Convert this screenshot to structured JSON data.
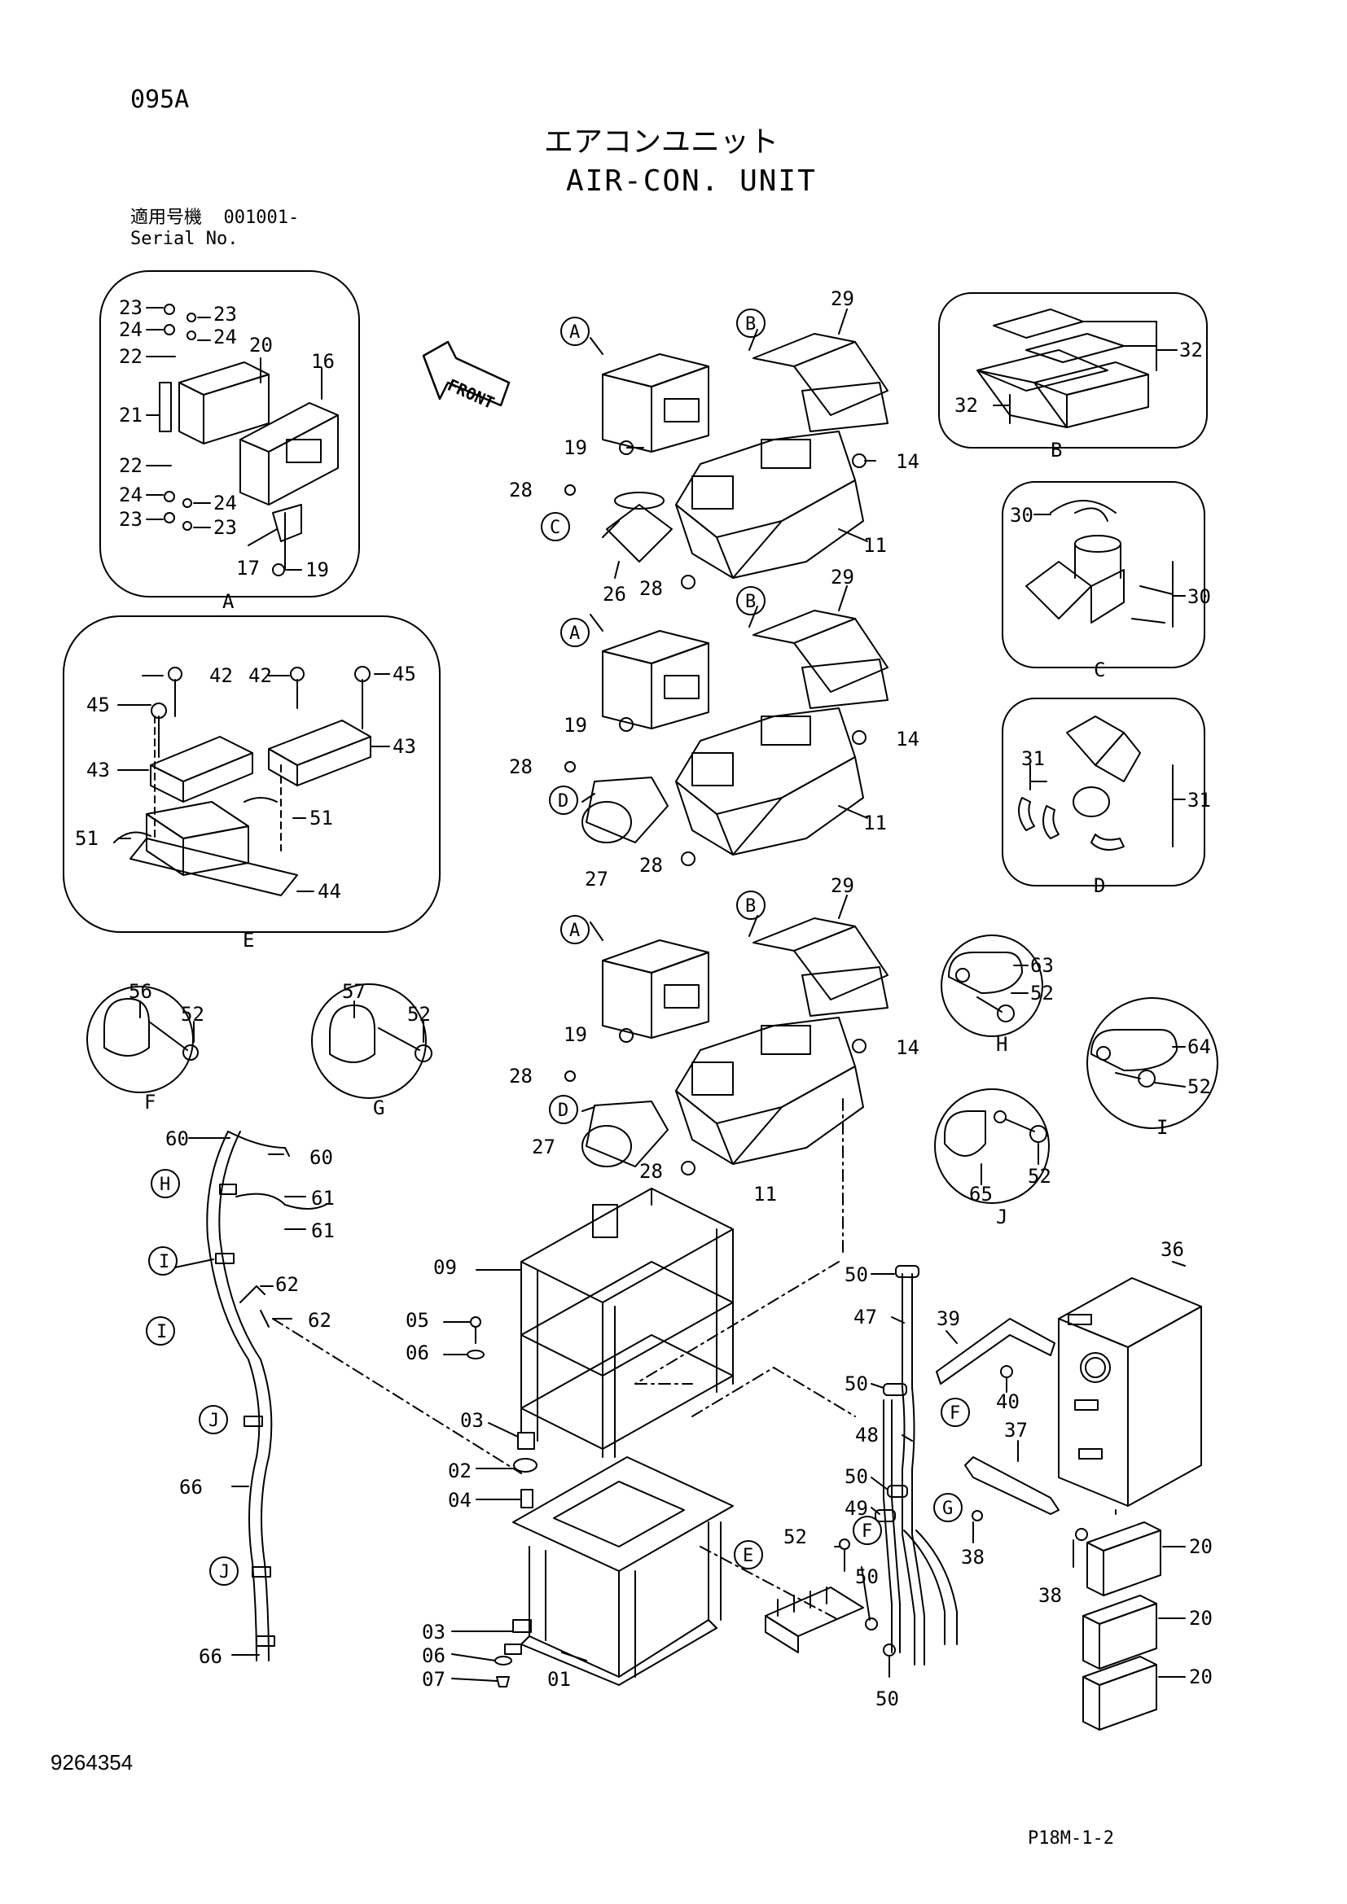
{
  "header": {
    "page_code": "095A",
    "title_jp": "エアコンユニット",
    "title_en": "AIR-CON. UNIT",
    "serial_label_jp": "適用号機",
    "serial_range": "001001-",
    "serial_label_en": "Serial No."
  },
  "footer": {
    "document_number": "9264354",
    "page_ref": "P18M-1-2"
  },
  "front_arrow_label": "FRONT",
  "detail_views": {
    "A": {
      "label": "A",
      "parts": [
        "23",
        "23",
        "24",
        "24",
        "22",
        "20",
        "16",
        "21",
        "22",
        "24",
        "24",
        "23",
        "23",
        "17",
        "19"
      ]
    },
    "B": {
      "label": "B",
      "parts": [
        "32",
        "32"
      ]
    },
    "C": {
      "label": "C",
      "parts": [
        "30",
        "30"
      ]
    },
    "D": {
      "label": "D",
      "parts": [
        "31",
        "31"
      ]
    },
    "E": {
      "label": "E",
      "parts": [
        "42",
        "42",
        "45",
        "45",
        "43",
        "43",
        "51",
        "51",
        "44"
      ]
    },
    "F": {
      "label": "F",
      "parts": [
        "56",
        "52"
      ]
    },
    "G": {
      "label": "G",
      "parts": [
        "57",
        "52"
      ]
    },
    "H": {
      "label": "H",
      "parts": [
        "63",
        "52"
      ]
    },
    "I": {
      "label": "I",
      "parts": [
        "64",
        "52"
      ]
    },
    "J": {
      "label": "J",
      "parts": [
        "65",
        "52"
      ]
    }
  },
  "assembly_units": [
    {
      "refs": [
        "A",
        "B",
        "C"
      ],
      "parts": [
        "29",
        "19",
        "14",
        "28",
        "11",
        "26",
        "28"
      ]
    },
    {
      "refs": [
        "A",
        "B",
        "D"
      ],
      "parts": [
        "29",
        "19",
        "14",
        "28",
        "11",
        "27",
        "28"
      ]
    },
    {
      "refs": [
        "A",
        "B",
        "D"
      ],
      "parts": [
        "29",
        "19",
        "14",
        "28",
        "27",
        "28",
        "11"
      ]
    }
  ],
  "harness": {
    "refs": [
      "H",
      "I",
      "I",
      "J",
      "J"
    ],
    "parts": [
      "60",
      "60",
      "61",
      "61",
      "62",
      "62",
      "66",
      "66"
    ]
  },
  "frame": {
    "parts": [
      "09",
      "05",
      "06",
      "03",
      "02",
      "04",
      "03",
      "06",
      "07",
      "01"
    ]
  },
  "right_group": {
    "refs": [
      "F",
      "G",
      "E",
      "F"
    ],
    "parts": [
      "50",
      "47",
      "39",
      "40",
      "36",
      "50",
      "48",
      "37",
      "50",
      "49",
      "38",
      "38",
      "52",
      "50",
      "50",
      "20",
      "20",
      "20"
    ]
  }
}
